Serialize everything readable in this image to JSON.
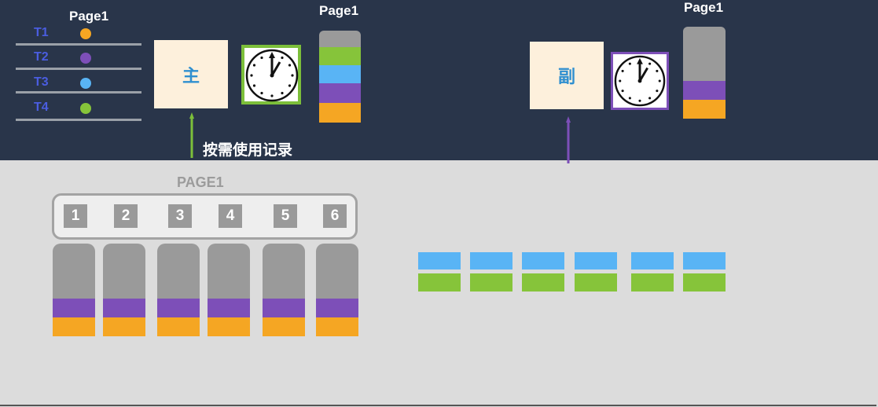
{
  "threads_panel": {
    "title": "Page1",
    "threads": [
      {
        "label": "T1",
        "color": "#f5a623"
      },
      {
        "label": "T2",
        "color": "#7d4fb8"
      },
      {
        "label": "T3",
        "color": "#59b4f5"
      },
      {
        "label": "T4",
        "color": "#86c43a"
      }
    ]
  },
  "primary": {
    "node_label": "主",
    "clock_border_color": "#7cbf3a",
    "stack_title": "Page1",
    "stack_colors": [
      "#9a9a9a",
      "#86c43a",
      "#59b4f5",
      "#7d4fb8",
      "#f5a623"
    ],
    "arrow_color": "#7cbf3a",
    "annotation": "按需使用记录"
  },
  "secondary": {
    "node_label": "副",
    "clock_border_color": "#7d4fb8",
    "stack_title": "Page1",
    "stack_colors": [
      "#9a9a9a",
      "#7d4fb8",
      "#f5a623"
    ],
    "arrow_color": "#7d4fb8"
  },
  "page_group": {
    "title": "PAGE1",
    "slots": [
      "1",
      "2",
      "3",
      "4",
      "5",
      "6"
    ],
    "slot_stack_colors": [
      "#9a9a9a",
      "#7d4fb8",
      "#f5a623"
    ]
  },
  "bar_groups": {
    "count": 6,
    "top_color": "#59b4f5",
    "bottom_color": "#86c43a"
  }
}
